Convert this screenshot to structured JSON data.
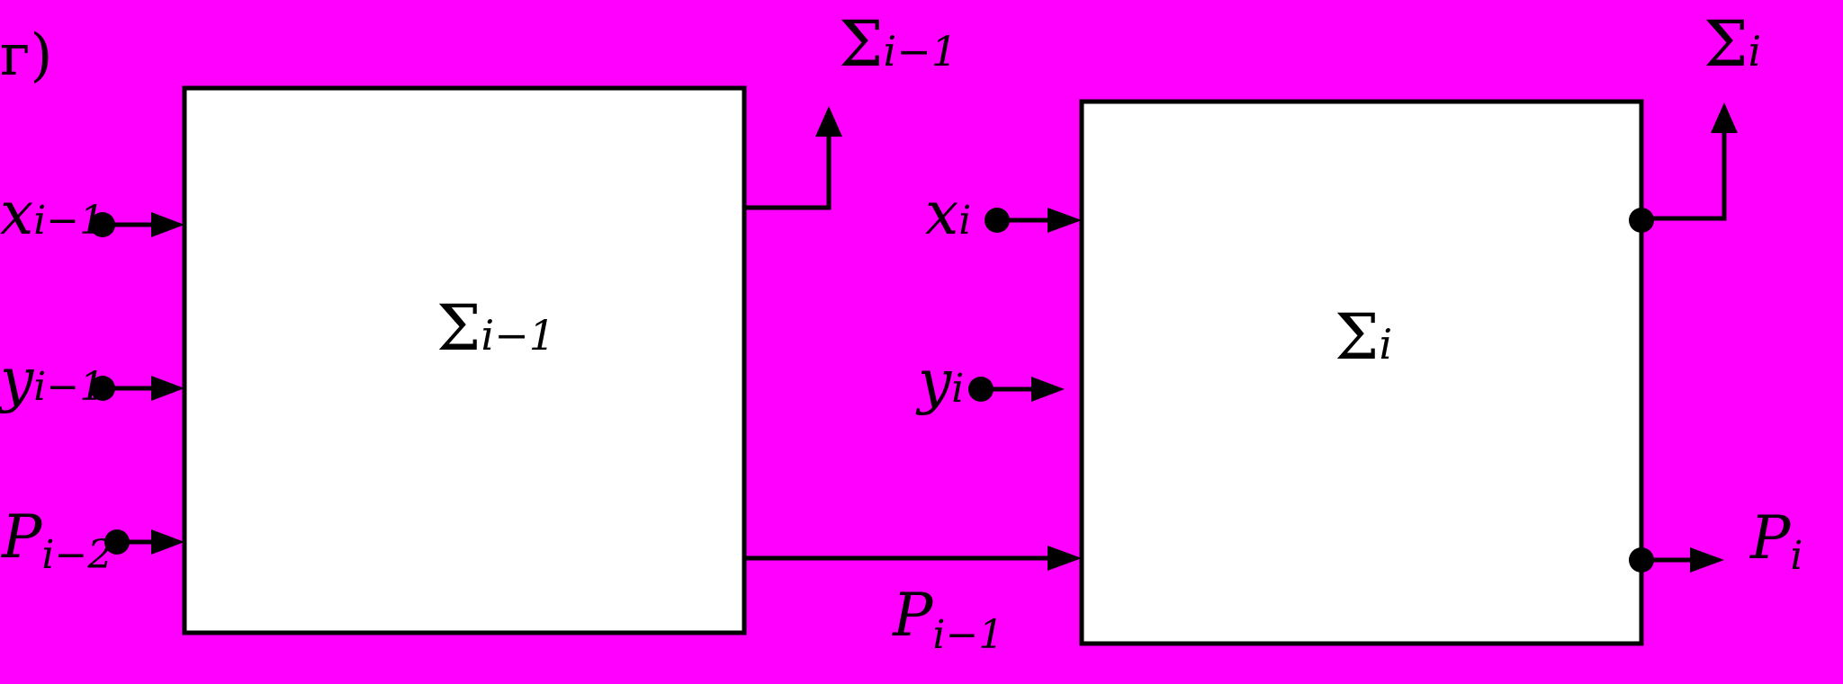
{
  "panel_letter": "г)",
  "left_block": {
    "label_main": "Σ",
    "label_sub": "i−1"
  },
  "right_block": {
    "label_main": "Σ",
    "label_sub": "i"
  },
  "left_inputs": [
    {
      "main": "x",
      "sub": "i−1"
    },
    {
      "main": "y",
      "sub": "i−1"
    },
    {
      "main": "P",
      "sub": "i−2"
    }
  ],
  "right_inputs": [
    {
      "main": "x",
      "sub": "i"
    },
    {
      "main": "y",
      "sub": "i"
    }
  ],
  "left_sum_output": {
    "main": "Σ",
    "sub": "i−1"
  },
  "right_sum_output": {
    "main": "Σ",
    "sub": "i"
  },
  "carry_between": {
    "main": "P",
    "sub": "i−1"
  },
  "carry_output": {
    "main": "P",
    "sub": "i"
  },
  "colors": {
    "background": "#ff00ff",
    "block_fill": "#ffffff",
    "stroke": "#000000"
  }
}
